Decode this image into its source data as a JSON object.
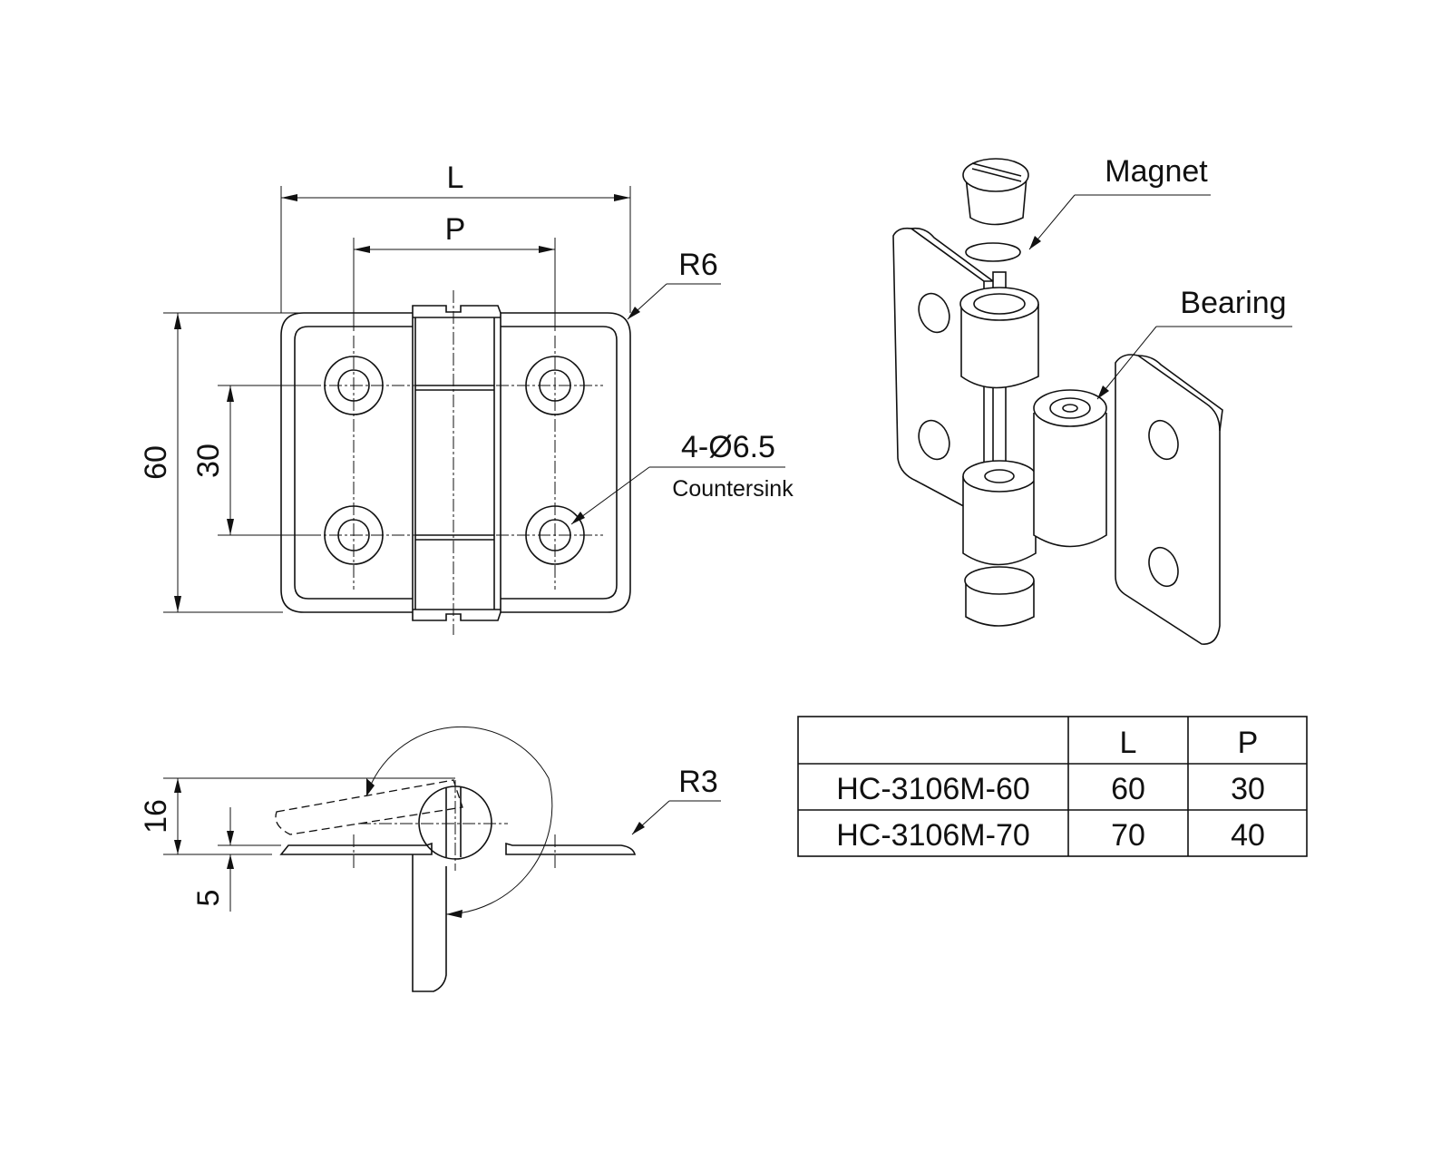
{
  "front_view": {
    "dim_L": "L",
    "dim_P": "P",
    "dim_height": "60",
    "dim_hole_pitch": "30",
    "corner_radius": "R6",
    "hole_spec": "4-Ø6.5",
    "hole_type": "Countersink"
  },
  "side_view": {
    "dim_height": "16",
    "dim_thickness": "5",
    "edge_radius": "R3"
  },
  "isometric_view": {
    "callout_magnet": "Magnet",
    "callout_bearing": "Bearing"
  },
  "spec_table": {
    "headers": [
      "",
      "L",
      "P"
    ],
    "rows": [
      [
        "HC-3106M-60",
        "60",
        "30"
      ],
      [
        "HC-3106M-70",
        "70",
        "40"
      ]
    ]
  }
}
